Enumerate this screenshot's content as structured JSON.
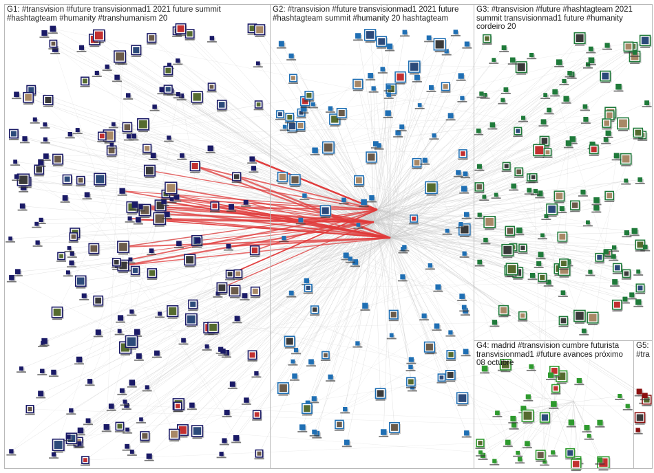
{
  "groups": [
    {
      "id": "G1",
      "label": "G1: #transvision #future transvisionmad1 2021 future summit #hashtagteam #humanity #transhumanism 20",
      "color": "#1a1a66"
    },
    {
      "id": "G2",
      "label": "G2: #transvision #future transvisionmad1 2021 future #hashtagteam summit #humanity 20 hashtagteam",
      "color": "#1f6fb4"
    },
    {
      "id": "G3",
      "label": "G3: #transvision #future #hashtagteam 2021 summit transvisionmad1 future #humanity cordeiro 20",
      "color": "#1f7a3a"
    },
    {
      "id": "G4",
      "label": "G4: madrid #transvision cumbre futurista transvisionmad1 #future avances próximo 08 octubre",
      "color": "#2e9a2e"
    },
    {
      "id": "G5",
      "label": "G5: #tra...",
      "color": "#8b1010"
    }
  ],
  "colors": {
    "edge_gray": "#c9c9c9",
    "edge_red": "#e03a3a",
    "node_shadow": "#9a9a9a",
    "box_border": "#b9b9b9"
  }
}
